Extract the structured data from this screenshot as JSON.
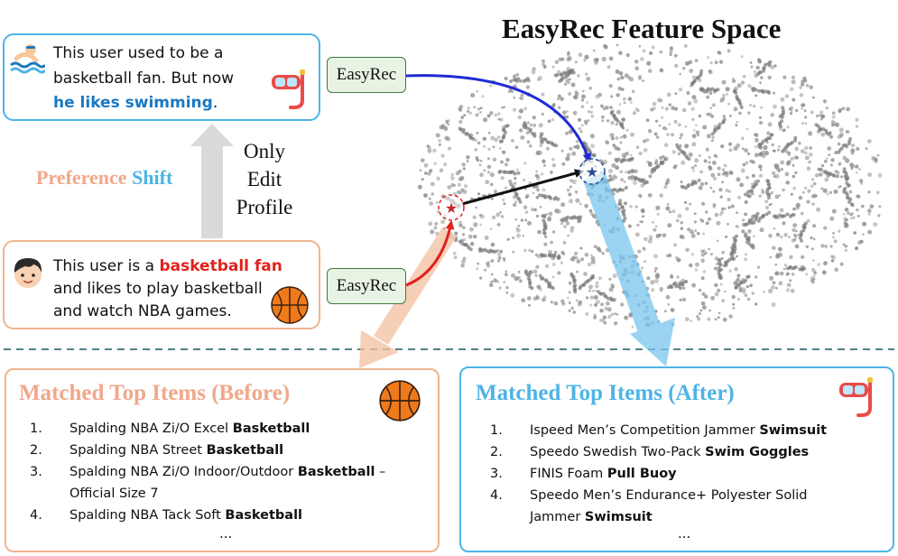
{
  "title": "EasyRec Feature Space",
  "easyrec_label": "EasyRec",
  "edit_note": [
    "Only",
    "Edit",
    "Profile"
  ],
  "preference_shift": {
    "word1": "Preference",
    "word2": "Shift"
  },
  "profile_new": {
    "line1": "This user used to be a",
    "line2": "basketball fan. But now",
    "highlight": "he likes swimming",
    "tail": "."
  },
  "profile_old": {
    "line1_pre": "This user is a ",
    "highlight": "basketball fan",
    "line2": "and likes to play basketball",
    "line3": "and watch NBA games."
  },
  "before": {
    "title": "Matched Top Items (Before)",
    "items": [
      {
        "num": "1.",
        "text": "Spalding NBA Zi/O Excel ",
        "bold": "Basketball",
        "tail": ""
      },
      {
        "num": "2.",
        "text": "Spalding NBA Street ",
        "bold": "Basketball",
        "tail": ""
      },
      {
        "num": "3.",
        "text": "Spalding NBA Zi/O Indoor/Outdoor ",
        "bold": "Basketball",
        "tail": " –"
      },
      {
        "num": "",
        "text": "Official Size 7",
        "bold": "",
        "tail": ""
      },
      {
        "num": "4.",
        "text": "Spalding NBA Tack Soft ",
        "bold": "Basketball",
        "tail": ""
      }
    ],
    "ellipsis": "..."
  },
  "after": {
    "title": "Matched Top Items (After)",
    "items": [
      {
        "num": "1.",
        "text": "Ispeed Men’s Competition Jammer ",
        "bold": "Swimsuit",
        "tail": ""
      },
      {
        "num": "2.",
        "text": "Speedo Swedish Two-Pack ",
        "bold": "Swim Goggles",
        "tail": ""
      },
      {
        "num": "3.",
        "text": "FINIS Foam ",
        "bold": "Pull Buoy",
        "tail": ""
      },
      {
        "num": "4.",
        "text": "Speedo Men’s Endurance+ Polyester Solid",
        "bold": "",
        "tail": ""
      },
      {
        "num": "",
        "text": "Jammer ",
        "bold": "Swimsuit",
        "tail": ""
      }
    ],
    "ellipsis": "..."
  },
  "icons": [
    "swimmer-icon",
    "snorkel-mask-icon",
    "boy-face-icon",
    "basketball-icon",
    "star-icon"
  ],
  "colors": {
    "blue_arrow": "#1f2bd6",
    "red_arrow": "#e0221c",
    "before_accent": "#f0b48f",
    "after_accent": "#4db4e6",
    "swim_blue": "#1a78c2",
    "basket_red": "#e0221c",
    "easyrec_green": "#3d7a3d"
  }
}
